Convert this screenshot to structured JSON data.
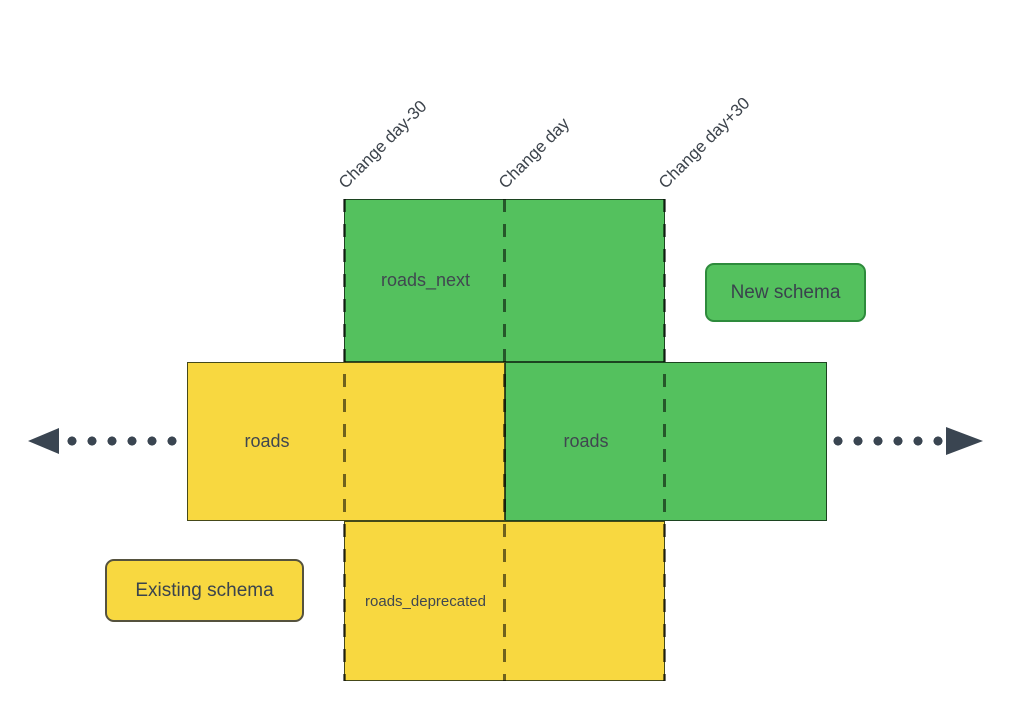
{
  "diagram": {
    "title_hint": "Schema change timeline",
    "timeline_labels": [
      {
        "text": "Change day-30"
      },
      {
        "text": "Change day"
      },
      {
        "text": "Change day+30"
      }
    ],
    "boxes": {
      "roads_next": {
        "label": "roads_next",
        "schema": "new"
      },
      "roads_existing": {
        "label": "roads",
        "schema": "existing"
      },
      "roads_new": {
        "label": "roads",
        "schema": "new"
      },
      "roads_deprecated": {
        "label": "roads_deprecated",
        "schema": "existing"
      }
    },
    "legend": {
      "new_schema": {
        "label": "New schema"
      },
      "existing_schema": {
        "label": "Existing schema"
      }
    },
    "colors": {
      "new_schema_fill": "#54C15E",
      "new_schema_border": "#2E8B3C",
      "existing_schema_fill": "#F8D840",
      "existing_schema_border": "#55523E",
      "box_border": "#1E2A1F",
      "dash_line": "rgba(0,0,0,0.55)",
      "timeline_arrow": "#3A4551",
      "text": "#3C434B"
    }
  }
}
